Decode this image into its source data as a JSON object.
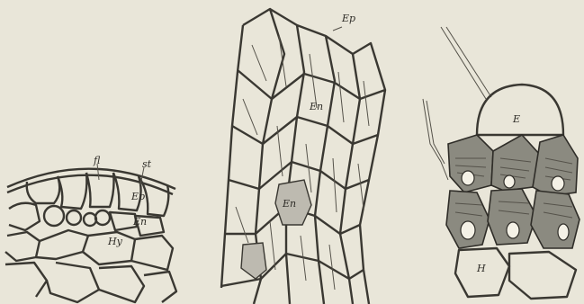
{
  "figure": {
    "panel_left": {
      "labels": {
        "fl": "fl",
        "st": "st",
        "ep": "Ep",
        "en": "En",
        "hy": "Hy"
      }
    },
    "panel_middle": {
      "labels": {
        "ep": "Ep",
        "en": "En",
        "en2": "En"
      }
    },
    "panel_right": {
      "labels": {
        "e": "E",
        "h": "H"
      }
    }
  }
}
